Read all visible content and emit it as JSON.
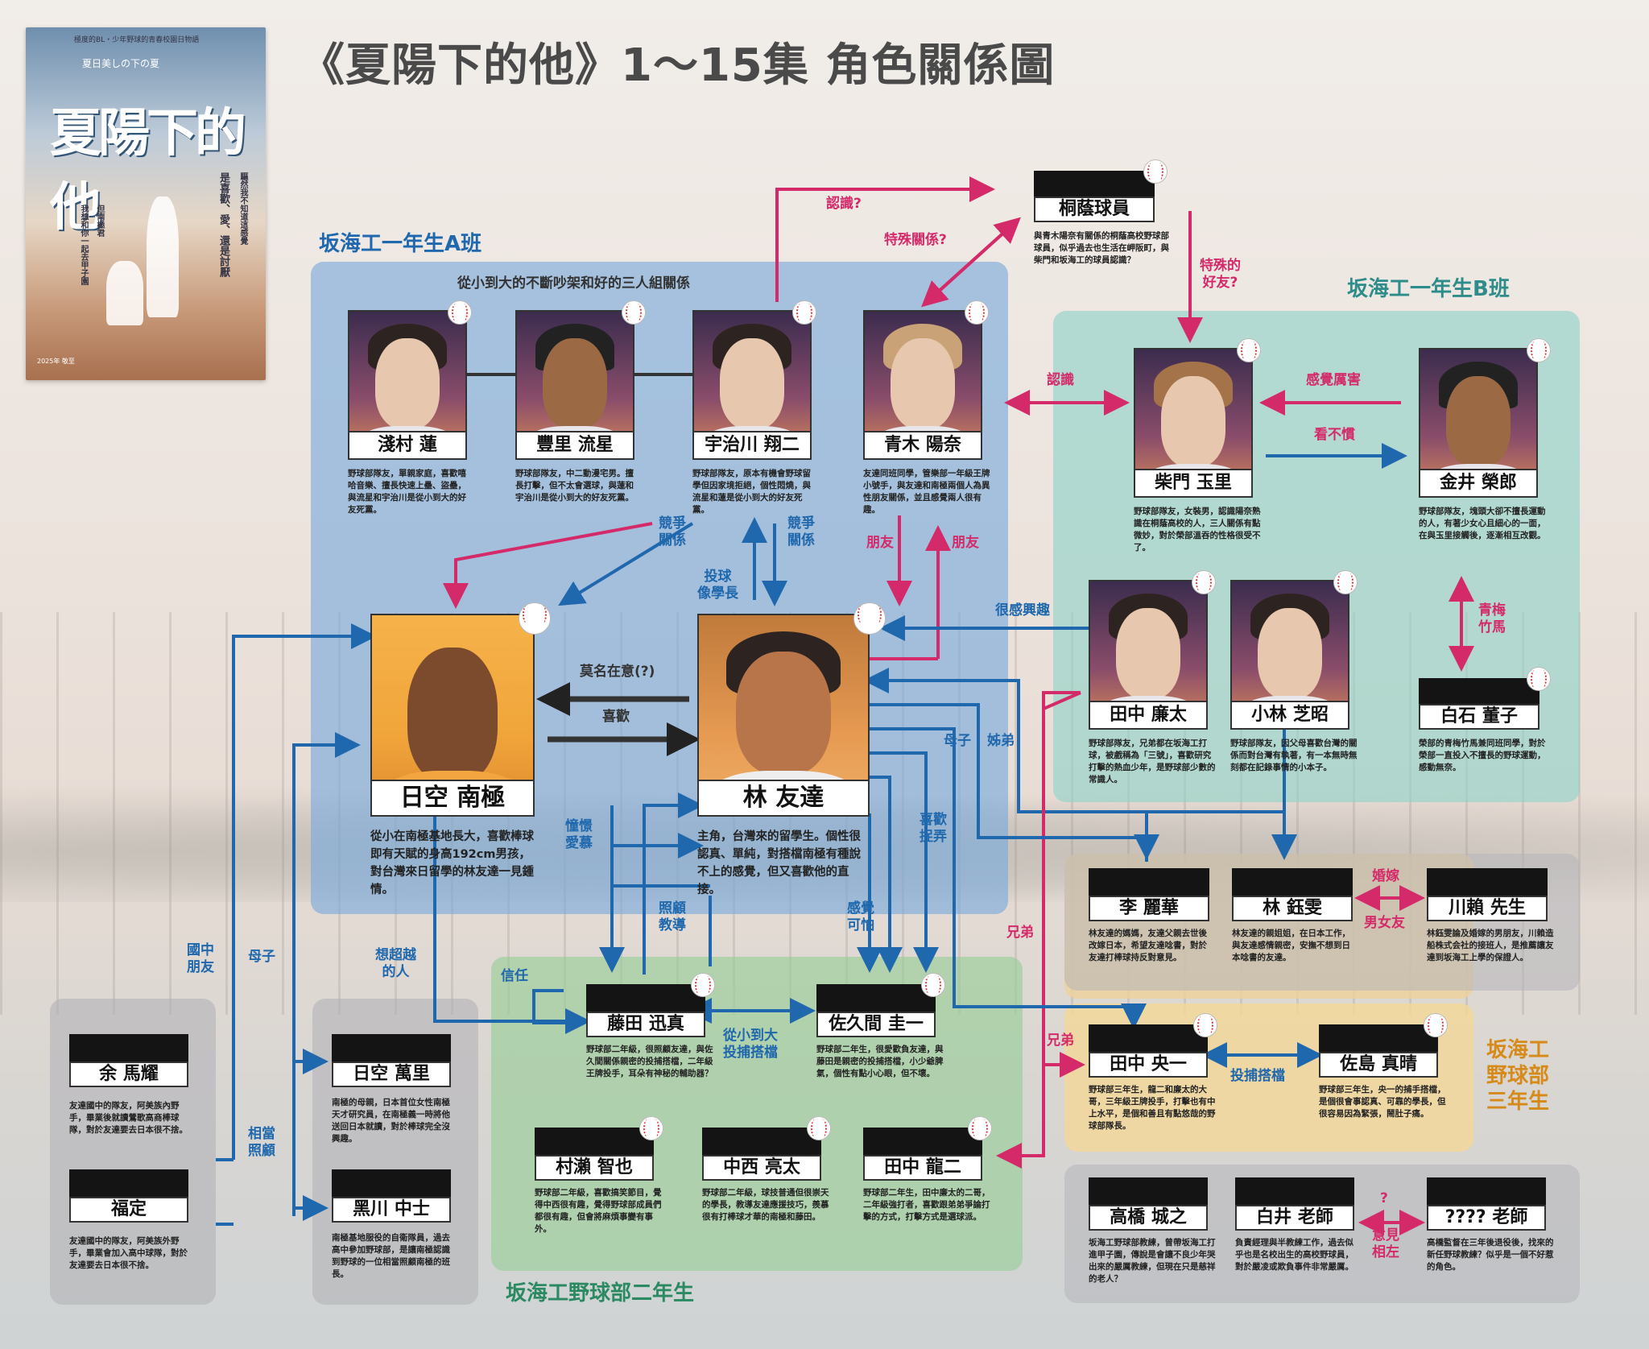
{
  "title": "《夏陽下的他》1～15集 角色關係圖",
  "poster": {
    "top_text": "極度的BL・少年野球的青春校園日物語",
    "subtitle": "夏日美しの下の夏",
    "title": "夏陽下的他",
    "vertical_1": "是喜歡、愛、還是討厭",
    "vertical_2": "驅然我不知道這感覺",
    "vertical_3": "但南極君",
    "vertical_4": "我想和你一起去甲子園",
    "footer": "2025年 敬至"
  },
  "panels": {
    "class_a": "坂海工一年生A班",
    "class_b": "坂海工一年生B班",
    "second_year": "坂海工野球部二年生",
    "third_year": "坂海工\n野球部\n三年生"
  },
  "trio_caption": "從小到大的不斷吵架和好的三人組關係",
  "characters": {
    "asamura": {
      "name": "淺村 蓮",
      "desc": "野球部隊友，單親家庭，喜歡嘻哈音樂、擅長快速上壘、盜壘，與流星和宇治川是從小到大的好友死黨。"
    },
    "toyori": {
      "name": "豐里 流星",
      "desc": "野球部隊友，中二動漫宅男。擅長打擊，但不太會選球，與蓮和宇治川是從小到大的好友死黨。"
    },
    "ujigawa": {
      "name": "宇治川 翔二",
      "desc": "野球部隊友，原本有機會野球留學但因家境拒絕，個性悶燒，與流星和蓮是從小到大的好友死黨。"
    },
    "aoki": {
      "name": "青木 陽奈",
      "desc": "友達同班同學，管樂部一年級王牌小號手，與友達和南極兩個人為異性朋友關係，並且感覺兩人很有趣。"
    },
    "shibakado": {
      "name": "柴門 玉里",
      "desc": "野球部隊友，女裝男，認識陽奈熟識在桐蔭高校的人，三人關係有點微妙，對於榮部溫吞的性格很受不了。"
    },
    "kanai": {
      "name": "金井 榮郎",
      "desc": "野球部隊友，塊頭大卻不擅長運動的人，有著少女心且細心的一面，在與玉里接觸後，逐漸相互改觀。"
    },
    "tanaka_l": {
      "name": "田中 廉太",
      "desc": "野球部隊友，兄弟都在坂海工打球，被戲稱為「三號」，喜歡研究打擊的熱血少年，是野球部少數的常識人。"
    },
    "kobayashi": {
      "name": "小林 芝昭",
      "desc": "野球部隊友，因父母喜歡台灣的關係而對台灣有執著，有一本無時無刻都在記錄事情的小本子。"
    },
    "shiraishi": {
      "name": "白石 董子",
      "desc": "榮部的青梅竹馬兼同班同學，對於榮部一直投入不擅長的野球運動，感動無奈。"
    },
    "hizora": {
      "name": "日空 南極",
      "desc": "從小在南極基地長大，喜歡棒球即有天賦的身高192cm男孩，對台灣來日留學的林友達一見鍾情。"
    },
    "lin": {
      "name": "林 友達",
      "desc": "主角，台灣來的留學生。個性很認真、單純，對搭檔南極有種說不上的感覺，但又喜歡他的直接。"
    },
    "touin": {
      "name": "桐蔭球員",
      "desc": "與青木陽奈有關係的桐蔭高校野球部球員，似乎過去也生活在岬阪町，與柴門和坂海工的球員認識？"
    },
    "li": {
      "name": "李 麗華",
      "desc": "林友達的媽媽，友達父親去世後改嫁日本，希望友達唸書，對於友達打棒球持反對意見。"
    },
    "lin_yuwen": {
      "name": "林 鈺雯",
      "desc": "林友達的親姐姐，在日本工作，與友達感情親密，安撫不想到日本唸書的友達。"
    },
    "kawase": {
      "name": "川賴 先生",
      "desc": "林鈺雯論及婚嫁的男朋友，川賴造船株式会社的接班人，是推薦讓友達到坂海工上學的保證人。"
    },
    "fujita": {
      "name": "藤田 迅真",
      "desc": "野球部二年級，很照顧友達，與佐久間關係親密的投捕搭檔，二年級王牌投手，耳朵有神秘的輔助器？"
    },
    "sakuma": {
      "name": "佐久間 圭一",
      "desc": "野球部二年生，很愛歡負友達，與藤田是親密的投捕搭檔，小少爺脾氣，個性有點小心眼，但不壞。"
    },
    "murase": {
      "name": "村瀨 智也",
      "desc": "野球部二年級，喜歡搞笑節目，覺得中西很有趣，覺得野球部成員們都很有趣，但會將麻煩事變有事外。"
    },
    "nakanishi": {
      "name": "中西 亮太",
      "desc": "野球部二年級，球技普通但很崇天的學長，教導友達應援技巧，羨慕很有打棒球才華的南極和藤田。"
    },
    "tanaka_r": {
      "name": "田中 龍二",
      "desc": "野球部二年生，田中廉太的二哥，二年級強打者，喜歡跟弟弟爭論打擊的方式，打擊方式是選球派。"
    },
    "tanaka_o": {
      "name": "田中 央一",
      "desc": "野球部三年生，龍二和廉太的大哥，三年級王牌投手，打擊也有中上水平，是個和善且有點悠哉的野球部隊長。"
    },
    "sashima": {
      "name": "佐島 真晴",
      "desc": "野球部三年生，央一的捕手搭檔，是個很會事認真、可靠的學長，但很容易因為緊張，鬧肚子痛。"
    },
    "yo": {
      "name": "余 馬耀",
      "desc": "友達國中的隊友，阿美族內野手，畢業後就讀鶯歌高商棒球隊，對於友達要去日本很不捨。"
    },
    "fukusada": {
      "name": "福定",
      "desc": "友達國中的隊友，阿美族外野手，畢業會加入高中球隊，對於友達要去日本很不捨。"
    },
    "hizora_m": {
      "name": "日空 萬里",
      "desc": "南極的母親，日本首位女性南極天才研究員，在南極義一時將他送回日本就讀，對於棒球完全沒興趣。"
    },
    "kurokawa": {
      "name": "黑川 中士",
      "desc": "南極基地服役的自衛隊員，過去高中參加野球部，是讓南極認識到野球的一位相當照顧南極的班長。"
    },
    "takahashi": {
      "name": "高橋 城之",
      "desc": "坂海工野球部教練，曾帶坂海工打進甲子園，傳說是會讓不良少年哭出來的嚴厲教練，但現在只是慈祥的老人？"
    },
    "shirai": {
      "name": "白井 老師",
      "desc": "負責經理與半教練工作，過去似乎也是名校出生的高校野球員，對於嚴凌或欺負事件非常嚴厲。"
    },
    "unknown": {
      "name": "???? 老師",
      "desc": "高橋監督在三年後退役後，找來的新任野球教練？似乎是一個不好惹的角色。"
    }
  },
  "relations": {
    "renshi": "認識?",
    "tokushu": "特殊關係?",
    "tokushu_friend": "特殊的\n好友?",
    "ninshiki": "認識",
    "kankaku": "感覺厲害",
    "mikan": "看不慣",
    "aomume": "青梅\n竹馬",
    "kyoso1": "競爭\n關係",
    "kyoso2": "競爭\n關係",
    "tomo1": "朋友",
    "tomo2": "朋友",
    "toukyu": "投球\n像學長",
    "kyomi": "很感興趣",
    "meimyo": "莫名在意(?)",
    "suki": "喜歡",
    "hahako": "母子",
    "ane": "姊弟",
    "suki2": "喜歡\n捉弄",
    "dokei": "憧憬\n愛慕",
    "kyodai": "兄弟",
    "kyodai2": "兄弟",
    "konyaku": "婚嫁",
    "danjo": "男女友",
    "shoko": "照顧\n教導",
    "kowai": "感覺\n可怕",
    "shinrai": "信任",
    "koete": "想超越\n的人",
    "kodomo": "從小到大\n投捕搭檔",
    "catcher": "投捕搭檔",
    "kokuchu": "國中\n朋友",
    "boshi": "母子",
    "soutou": "相當\n照顧",
    "iken": "意見\n相左"
  },
  "colors": {
    "blue": "#1f68ad",
    "pink": "#d42a6a",
    "panel_a": "#8fb7dd",
    "panel_b": "#a8d8d3",
    "panel_2": "#b5d9b3",
    "panel_3": "#f0d9a6",
    "panel_gray": "#c7c7c9"
  }
}
